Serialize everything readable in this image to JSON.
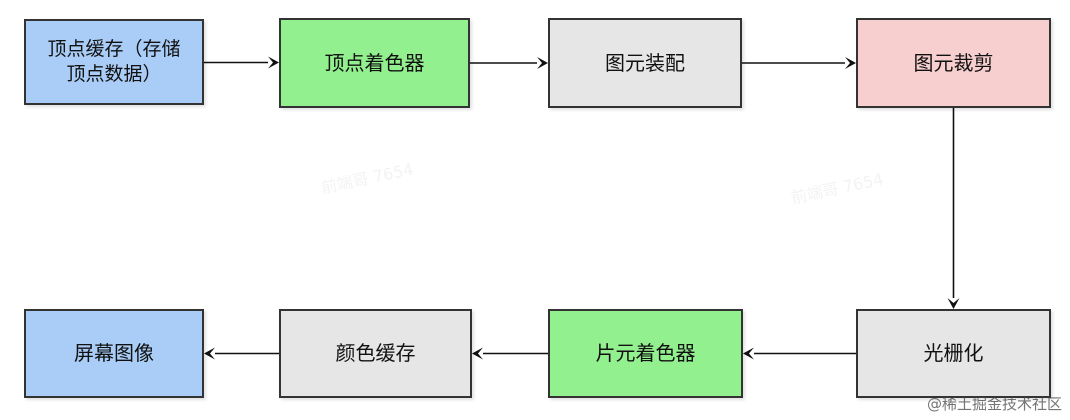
{
  "diagram": {
    "nodes": [
      {
        "id": "n1",
        "name": "vertex-buffer-node",
        "label": "顶点缓存（存储\n顶点数据）",
        "fill": "#a9cdf6"
      },
      {
        "id": "n2",
        "name": "vertex-shader-node",
        "label": "顶点着色器",
        "fill": "#93f08f"
      },
      {
        "id": "n3",
        "name": "primitive-assembly-node",
        "label": "图元装配",
        "fill": "#e6e6e6"
      },
      {
        "id": "n4",
        "name": "primitive-clipping-node",
        "label": "图元裁剪",
        "fill": "#f8cfcf"
      },
      {
        "id": "n5",
        "name": "rasterization-node",
        "label": "光栅化",
        "fill": "#e6e6e6"
      },
      {
        "id": "n6",
        "name": "fragment-shader-node",
        "label": "片元着色器",
        "fill": "#93f08f"
      },
      {
        "id": "n7",
        "name": "color-buffer-node",
        "label": "颜色缓存",
        "fill": "#e6e6e6"
      },
      {
        "id": "n8",
        "name": "screen-image-node",
        "label": "屏幕图像",
        "fill": "#a9cdf6"
      }
    ],
    "edges": [
      {
        "from": "n1",
        "to": "n2"
      },
      {
        "from": "n2",
        "to": "n3"
      },
      {
        "from": "n3",
        "to": "n4"
      },
      {
        "from": "n4",
        "to": "n5"
      },
      {
        "from": "n5",
        "to": "n6"
      },
      {
        "from": "n6",
        "to": "n7"
      },
      {
        "from": "n7",
        "to": "n8"
      }
    ],
    "edge_color": "#111111"
  },
  "watermark_text": "前端哥 7654",
  "credit": "@稀土掘金技术社区"
}
